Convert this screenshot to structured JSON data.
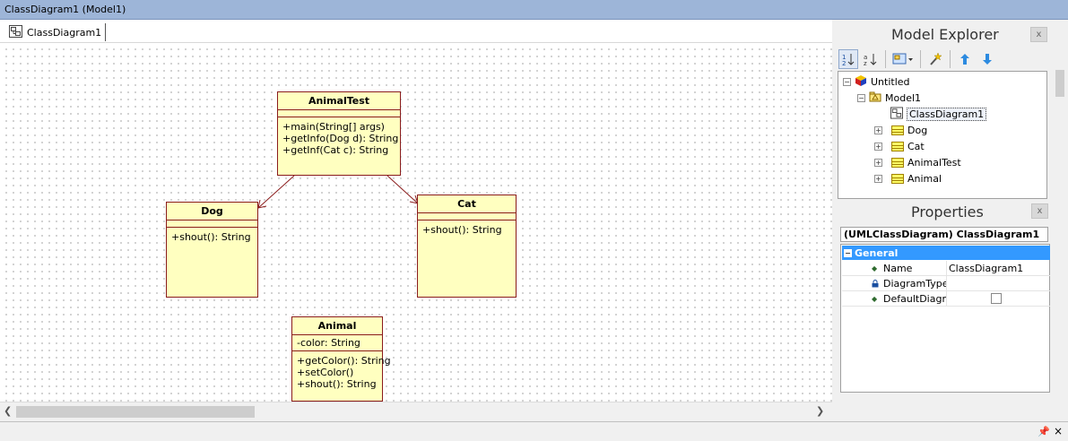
{
  "window": {
    "title": "ClassDiagram1 (Model1)"
  },
  "editor": {
    "tab_label": "ClassDiagram1",
    "classes": {
      "animaltest": {
        "name": "AnimalTest",
        "attributes": [],
        "operations": [
          "+main(String[] args)",
          "+getInfo(Dog d): String",
          "+getInf(Cat c): String"
        ]
      },
      "dog": {
        "name": "Dog",
        "attributes": [],
        "operations": [
          "+shout(): String"
        ]
      },
      "cat": {
        "name": "Cat",
        "attributes": [],
        "operations": [
          "+shout(): String"
        ]
      },
      "animal": {
        "name": "Animal",
        "attributes": [
          "-color: String"
        ],
        "operations": [
          "+getColor(): String",
          "+setColor()",
          "+shout(): String"
        ]
      }
    },
    "relations": [
      {
        "from": "AnimalTest",
        "to": "Dog",
        "kind": "association"
      },
      {
        "from": "AnimalTest",
        "to": "Cat",
        "kind": "association"
      }
    ]
  },
  "model_explorer": {
    "title": "Model Explorer",
    "close_label": "x",
    "toolbar_icons": [
      "sort-by-type-icon",
      "sort-by-name-icon",
      "add-diagram-icon",
      "wand-icon",
      "move-up-icon",
      "move-down-icon"
    ],
    "tree": {
      "root": "Untitled",
      "model": "Model1",
      "diagram": "ClassDiagram1",
      "classes": [
        "Dog",
        "Cat",
        "AnimalTest",
        "Animal"
      ]
    }
  },
  "properties": {
    "title": "Properties",
    "close_label": "x",
    "subject": "(UMLClassDiagram) ClassDiagram1",
    "section": "General",
    "rows": [
      {
        "key": "Name",
        "value": "ClassDiagram1"
      },
      {
        "key": "DiagramType",
        "value": ""
      },
      {
        "key": "DefaultDiagram",
        "value": ""
      }
    ]
  },
  "colors": {
    "class_fill": "#ffffc0",
    "class_border": "#8a1c1c",
    "titlebar": "#9db5d8",
    "selection_header": "#3399ff"
  }
}
